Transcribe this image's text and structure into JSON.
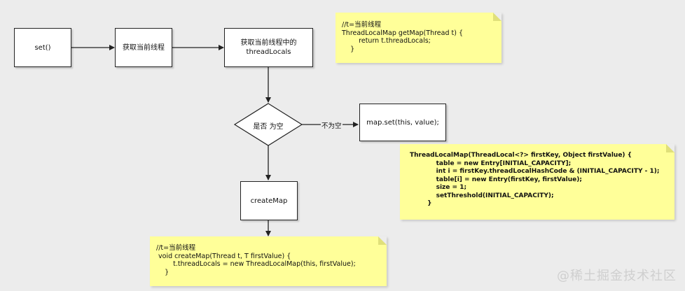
{
  "nodes": {
    "set": "set()",
    "get_thread": "获取当前线程",
    "get_thread_locals": "获取当前线程中的\nthreadLocals",
    "decision": "是否 为空",
    "map_set": "map.set(this, value);",
    "create_map": "createMap"
  },
  "edges": {
    "not_null_label": "不为空"
  },
  "notes": {
    "get_map": "//t=当前线程\nThreadLocalMap getMap(Thread t) {\n        return t.threadLocals;\n    }",
    "constructor": "ThreadLocalMap(ThreadLocal<?> firstKey, Object firstValue) {\n            table = new Entry[INITIAL_CAPACITY];\n            int i = firstKey.threadLocalHashCode & (INITIAL_CAPACITY - 1);\n            table[i] = new Entry(firstKey, firstValue);\n            size = 1;\n            setThreshold(INITIAL_CAPACITY);\n        }",
    "create_map": "//t=当前线程\n void createMap(Thread t, T firstValue) {\n        t.threadLocals = new ThreadLocalMap(this, firstValue);\n    }"
  },
  "watermark": "@稀土掘金技术社区",
  "colors": {
    "background": "#ececec",
    "note": "#ffff99",
    "stroke": "#222222"
  }
}
